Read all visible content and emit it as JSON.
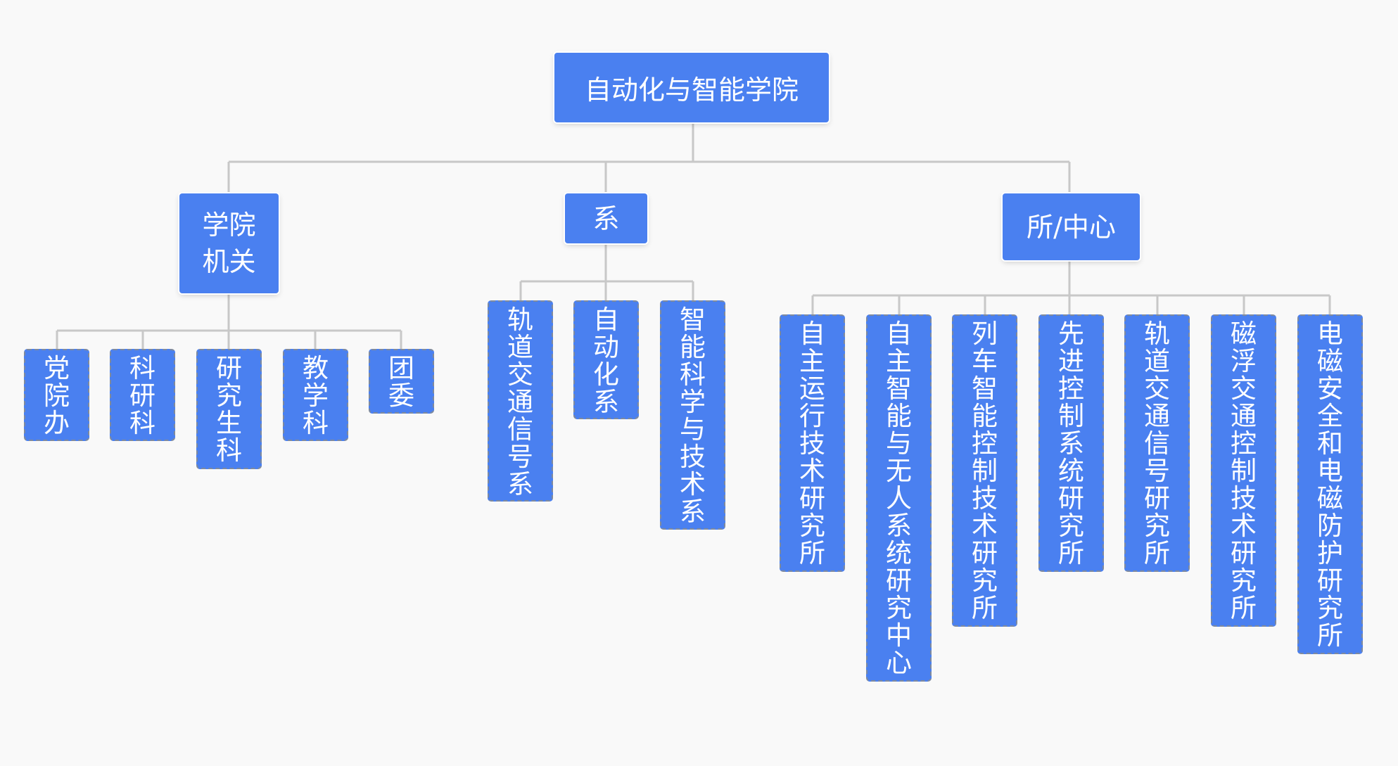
{
  "root": {
    "label": "自动化与智能学院"
  },
  "groups": [
    {
      "label": "学院机关",
      "children": [
        "党院办",
        "科研科",
        "研究生科",
        "教学科",
        "团委"
      ]
    },
    {
      "label": "系",
      "children": [
        "轨道交通信号系",
        "自动化系",
        "智能科学与技术系"
      ]
    },
    {
      "label": "所/中心",
      "children": [
        "自主运行技术研究所",
        "自主智能与无人系统研究中心",
        "列车智能控制技术研究所",
        "先进控制系统研究所",
        "轨道交通信号研究所",
        "磁浮交通控制技术研究所",
        "电磁安全和电磁防护研究所"
      ]
    }
  ],
  "colors": {
    "node_fill": "#4a80f0",
    "node_text": "#ffffff",
    "connector": "#c8c8c8",
    "background": "#f9f9f9"
  }
}
